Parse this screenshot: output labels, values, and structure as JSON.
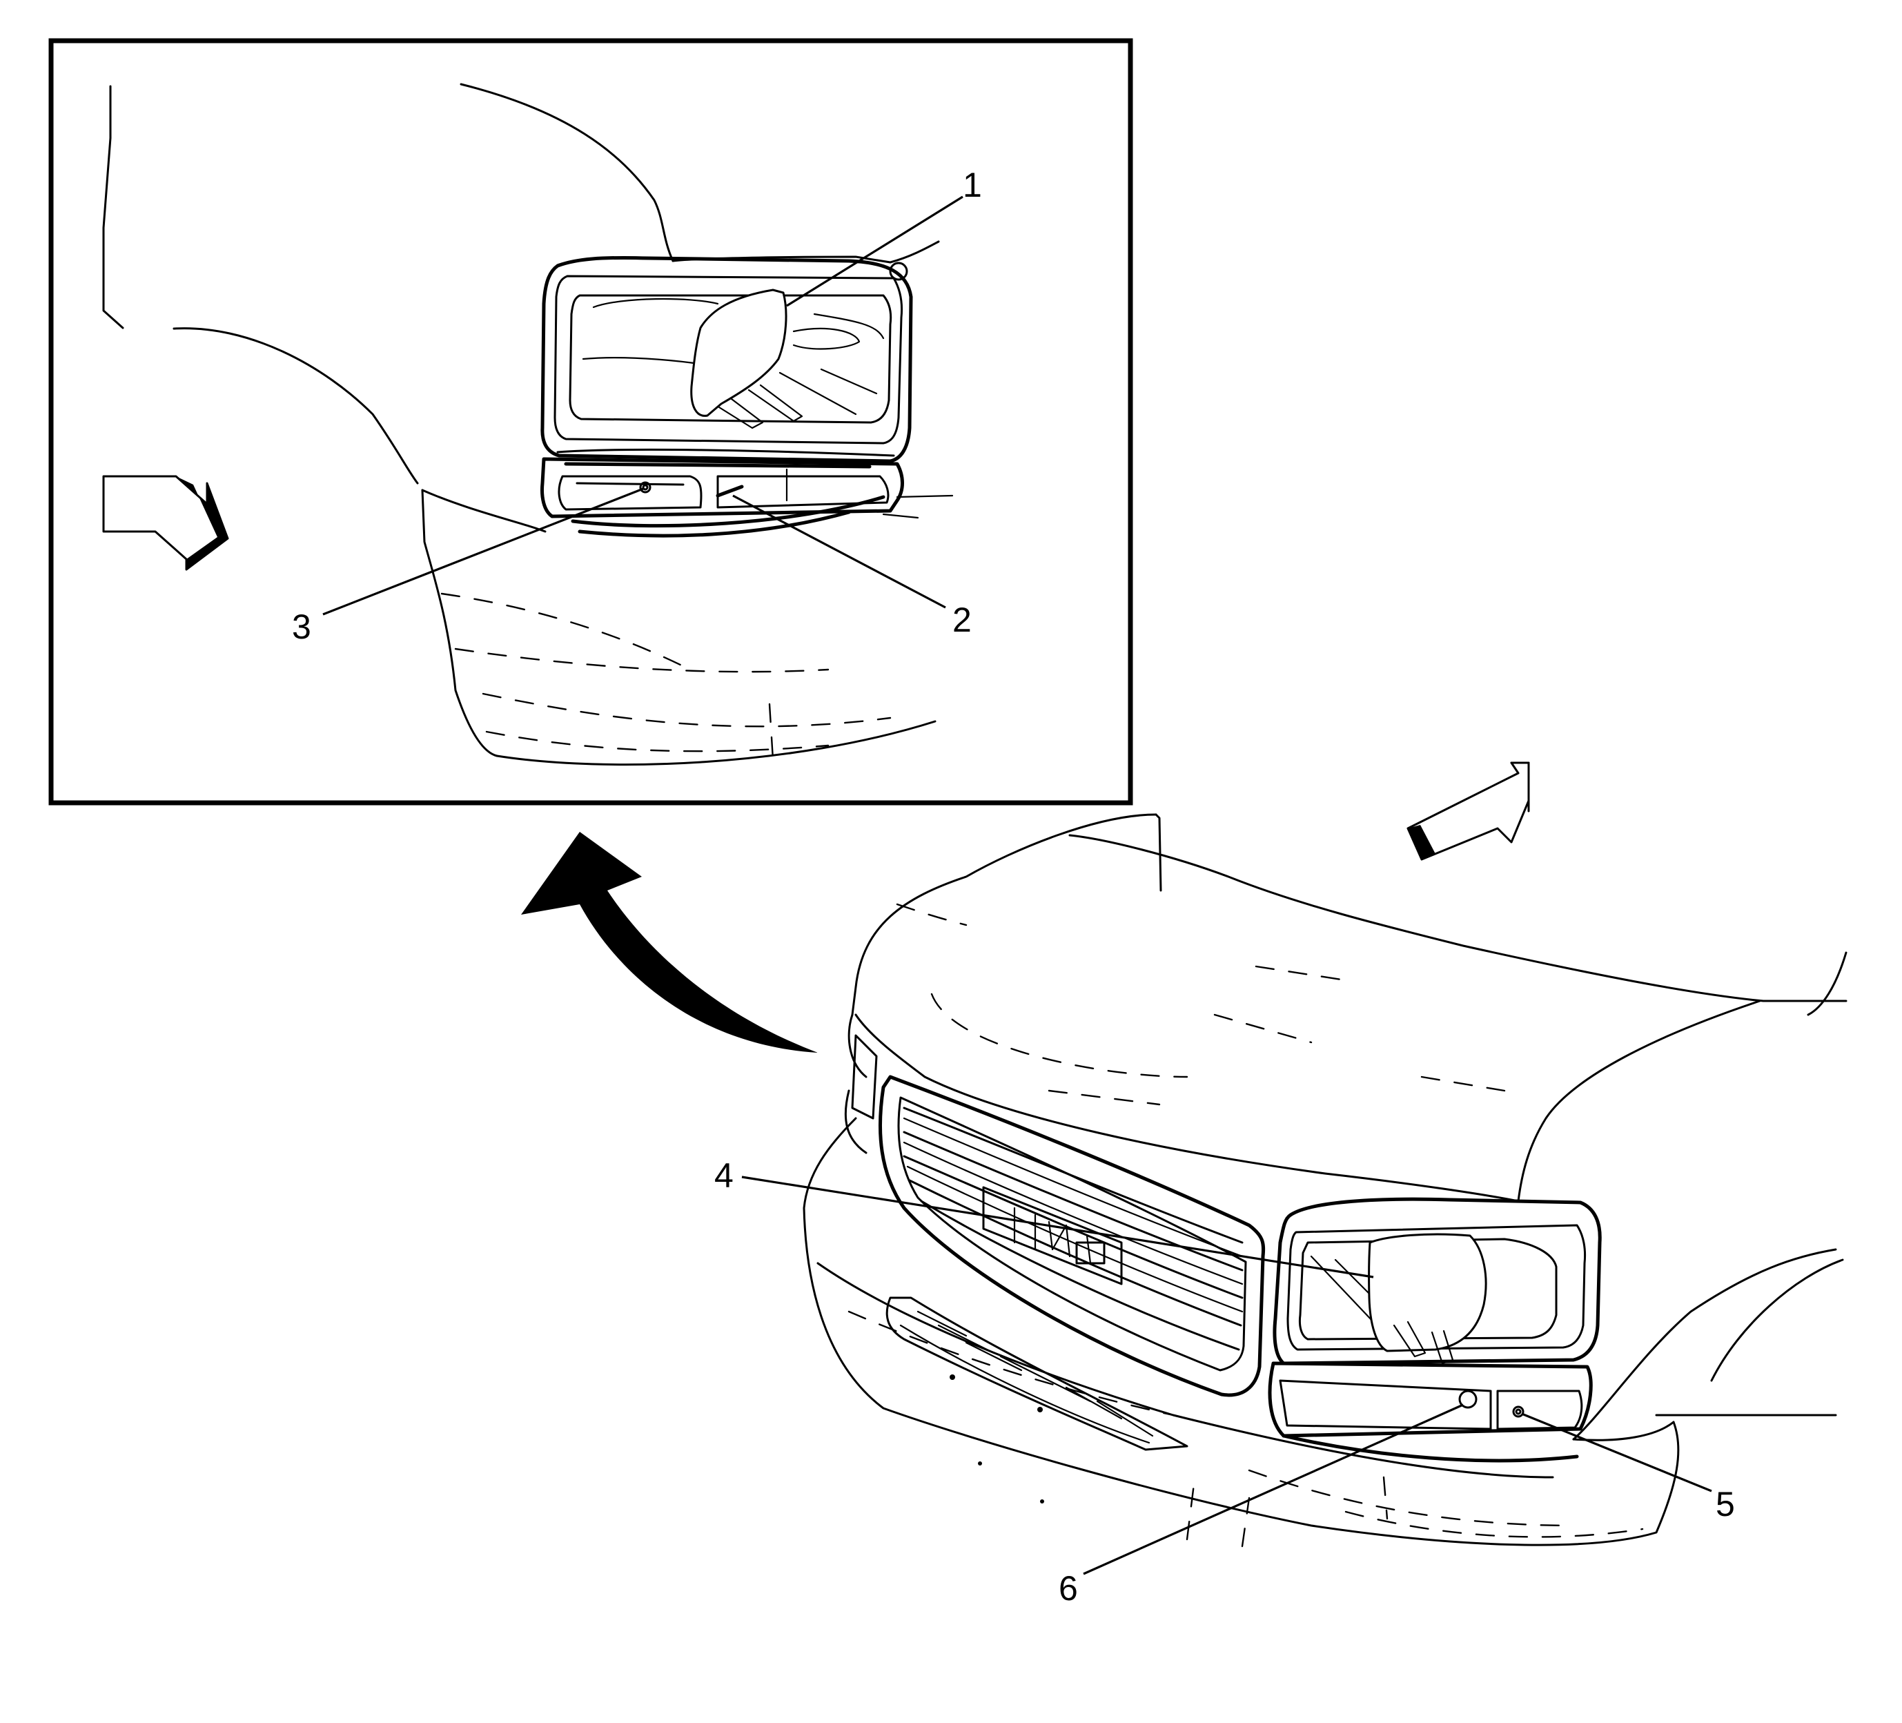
{
  "callouts": [
    "1",
    "2",
    "3",
    "4",
    "5",
    "6"
  ],
  "icons": {
    "view_arrow_inset": "view-direction-arrow-icon",
    "view_arrow_main": "view-direction-arrow-icon",
    "detail_arrow": "detail-callout-arrow-icon"
  },
  "colors": {
    "line": "#000000",
    "background": "#ffffff"
  }
}
